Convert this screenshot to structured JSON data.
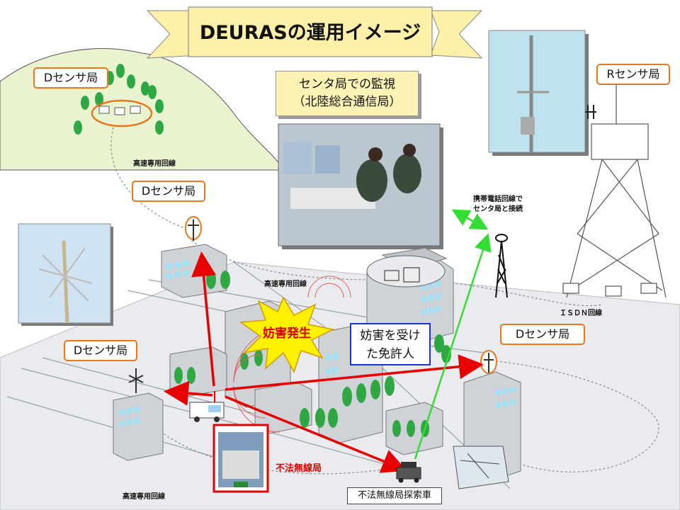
{
  "title": "DEURASの運用イメージ",
  "center_box": {
    "line1": "センタ局での監視",
    "line2": "（北陸総合通信局）"
  },
  "sensor_labels": {
    "top_left": "Dセンサ局",
    "mid_left": "Dセンサ局",
    "lower_left": "Dセンサ局",
    "right": "Dセンサ局",
    "r_station": "Rセンサ局"
  },
  "lines": {
    "hs_top": "高速専用回線",
    "hs_mid": "高速専用回線",
    "hs_bottom": "高速専用回線",
    "isdn": "ＩＳＤＮ回線",
    "mobile_1": "携帯電話回線で",
    "mobile_2": "センタ局と接続"
  },
  "interference": "妨害発生",
  "victim": {
    "line1": "妨害を受け",
    "line2": "た免許人"
  },
  "illegal_station": "不法無線局",
  "search_car": "不法無線局探索車",
  "colors": {
    "banner": "#fdf0a8",
    "callout_border": "#e8761c",
    "red_arrow": "#e60000",
    "green_arrow": "#33dd33",
    "victim_border": "#1a33c9",
    "building": "#cfd3d8",
    "window": "#9fe1f2",
    "tree": "#2fa843",
    "hill": "#e9f3cf"
  }
}
